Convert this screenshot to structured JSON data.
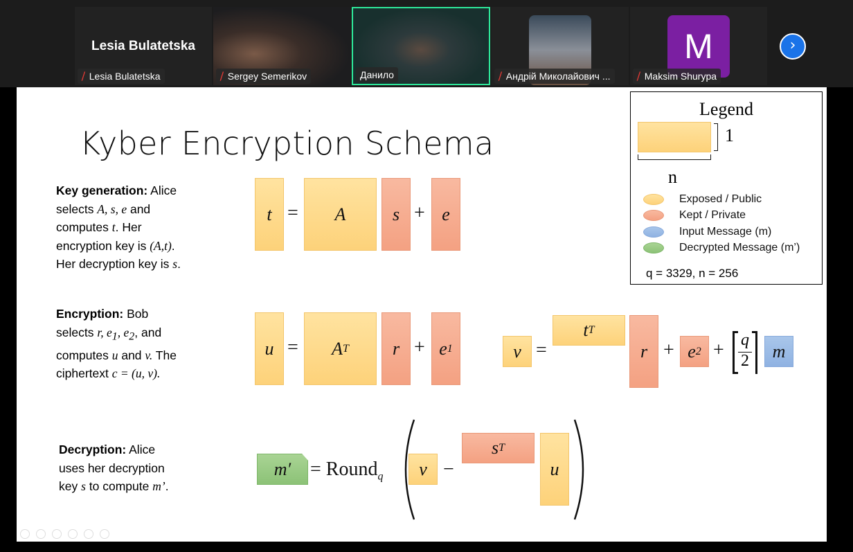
{
  "participants": [
    {
      "name": "Lesia Bulatetska",
      "display": "Lesia Bulatetska",
      "muted": true
    },
    {
      "name": "Sergey Semerikov",
      "muted": true
    },
    {
      "name": "Данило",
      "muted": false,
      "active": true
    },
    {
      "name": "Андрій Миколайович ...",
      "muted": true
    },
    {
      "name": "Maksim Shurypa",
      "avatar_letter": "M",
      "muted": true
    }
  ],
  "colors": {
    "exposed": "#fdd27a",
    "kept": "#f4a182",
    "input": "#8fb2e2",
    "decrypted": "#8cc277",
    "active_border": "#2ee89a"
  },
  "slide": {
    "title": "Kyber Encryption Schema",
    "keygen": {
      "label": "Key generation:",
      "l1": " Alice",
      "l2a": "selects ",
      "l2m": "A, s, e",
      "l2b": " and",
      "l3a": "computes ",
      "l3m": "t",
      "l3b": ". Her",
      "l4a": "encryption key is ",
      "l4m": "(A,t)",
      "l4b": ".",
      "l5a": "Her decryption key is ",
      "l5m": "s",
      "l5b": "."
    },
    "enc": {
      "label": "Encryption:",
      "l1": " Bob",
      "l2a": "selects ",
      "l2m": "r, e",
      "l2s1": "1",
      "l2c": ", e",
      "l2s2": "2",
      "l2d": ", and",
      "l3a": "computes ",
      "l3m": "u",
      "l3b": " and ",
      "l3m2": "v.",
      "l3c": " The",
      "l4a": "ciphertext ",
      "l4m": "c = (u, v)."
    },
    "dec": {
      "label": "Decryption:",
      "l1": " Alice",
      "l2": "uses her decryption",
      "l3a": "key ",
      "l3m": "s",
      "l3b": " to compute ",
      "l3m2": "m’",
      "l3c": "."
    },
    "eq1": {
      "t": "t",
      "eq": "=",
      "A": "A",
      "s": "s",
      "plus": "+",
      "e": "e"
    },
    "eq2": {
      "u": "u",
      "eq": "=",
      "A": "A",
      "T": "T",
      "r": "r",
      "plus": "+",
      "e": "e",
      "one": "1"
    },
    "eq3": {
      "v": "v",
      "eq": "=",
      "t": "t",
      "T": "T",
      "r": "r",
      "plus": "+",
      "e": "e",
      "two": "2",
      "q": "q",
      "den": "2",
      "m": "m"
    },
    "eq4": {
      "mp": "m′",
      "eq": "= Round",
      "q": "q",
      "v": "v",
      "minus": "−",
      "s": "s",
      "T": "T",
      "u": "u"
    },
    "legend": {
      "title": "Legend",
      "one": "1",
      "n": "n",
      "items": [
        "Exposed / Public",
        "Kept / Private",
        "Input Message (m)",
        "Decrypted Message (m’)"
      ],
      "params": "q = 3329, n = 256"
    }
  }
}
